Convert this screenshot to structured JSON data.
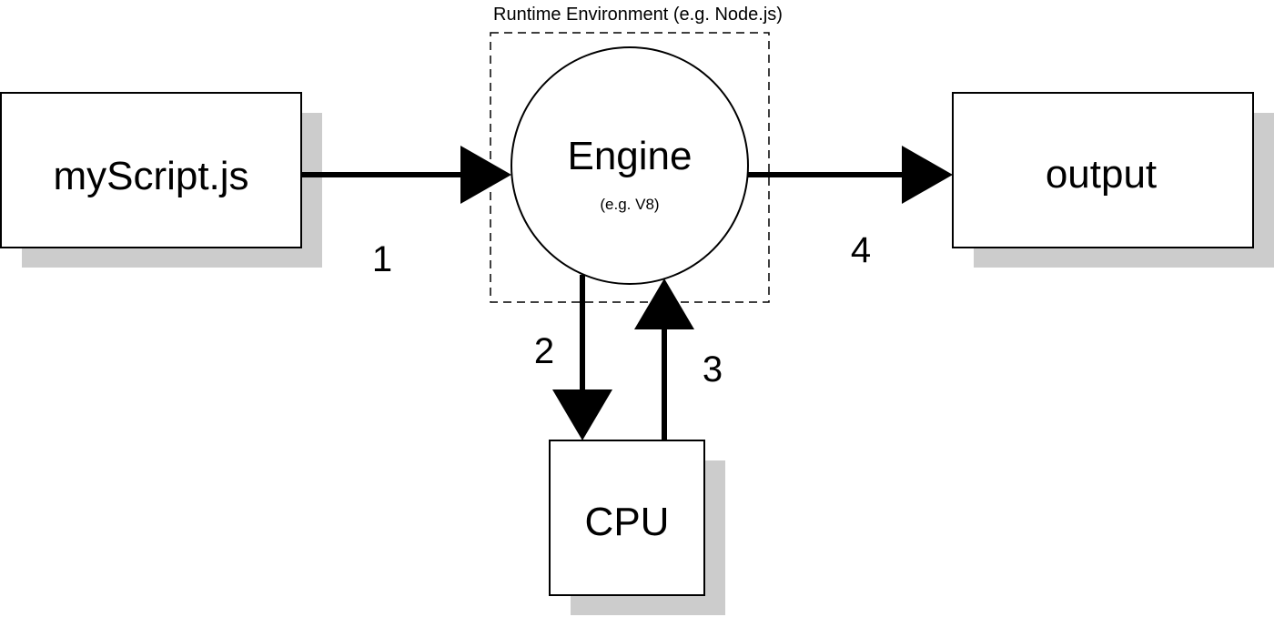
{
  "nodes": {
    "script": {
      "label": "myScript.js"
    },
    "engine": {
      "label": "Engine",
      "sublabel": "(e.g. V8)"
    },
    "runtime": {
      "label": "Runtime Environment (e.g. Node.js)"
    },
    "output": {
      "label": "output"
    },
    "cpu": {
      "label": "CPU"
    }
  },
  "edges": [
    {
      "from": "script",
      "to": "engine",
      "label": "1"
    },
    {
      "from": "engine",
      "to": "cpu",
      "label": "2"
    },
    {
      "from": "cpu",
      "to": "engine",
      "label": "3"
    },
    {
      "from": "engine",
      "to": "output",
      "label": "4"
    }
  ]
}
